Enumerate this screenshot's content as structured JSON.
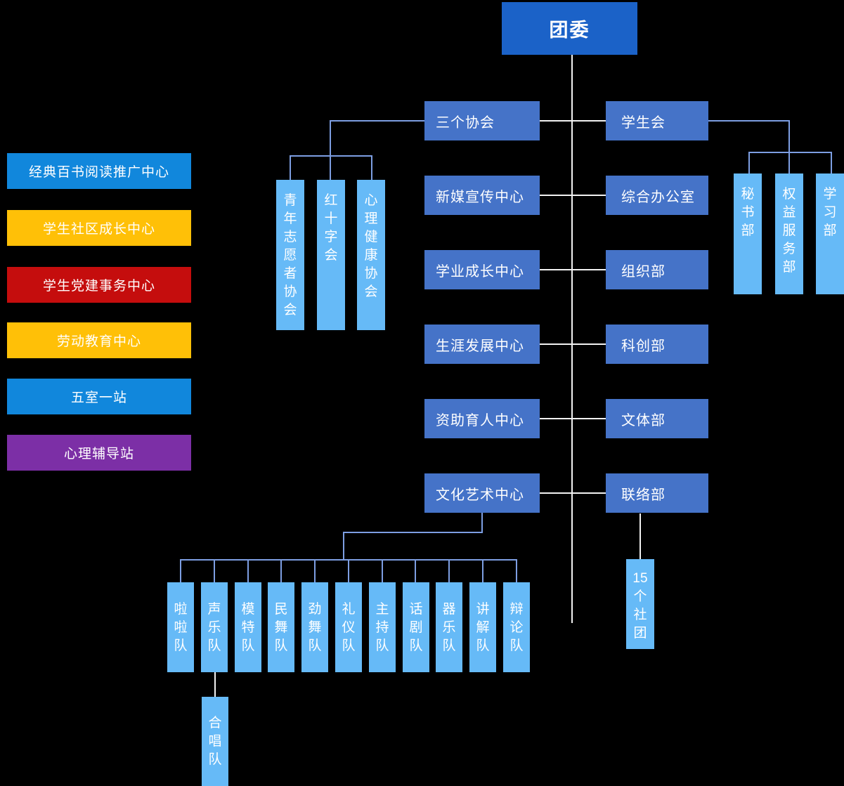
{
  "root": {
    "label": "团委"
  },
  "left_panel": {
    "items": [
      {
        "label": "经典百书阅读推广中心",
        "color": "#1187DC"
      },
      {
        "label": "学生社区成长中心",
        "color": "#FFC007"
      },
      {
        "label": "学生党建事务中心",
        "color": "#C50D0D"
      },
      {
        "label": "劳动教育中心",
        "color": "#FFC007"
      },
      {
        "label": "五室一站",
        "color": "#1187DC"
      },
      {
        "label": "心理辅导站",
        "color": "#7C2FA6"
      }
    ]
  },
  "rows": [
    {
      "center": "三个协会",
      "right": "学生会"
    },
    {
      "center": "新媒宣传中心",
      "right": "综合办公室"
    },
    {
      "center": "学业成长中心",
      "right": "组织部"
    },
    {
      "center": "生涯发展中心",
      "right": "科创部"
    },
    {
      "center": "资助育人中心",
      "right": "文体部"
    },
    {
      "center": "文化艺术中心",
      "right": "联络部"
    }
  ],
  "associations": {
    "parent": "三个协会",
    "items": [
      "青年志愿者协会",
      "红十字会",
      "心理健康协会"
    ]
  },
  "student_union": {
    "parent": "学生会",
    "departments": [
      "秘书部",
      "权益服务部",
      "学习部"
    ],
    "clubs_label": "15个社团"
  },
  "art_center": {
    "parent": "文化艺术中心",
    "teams": [
      "啦啦队",
      "声乐队",
      "模特队",
      "民舞队",
      "劲舞队",
      "礼仪队",
      "主持队",
      "话剧队",
      "器乐队",
      "讲解队",
      "辩论队"
    ],
    "choir_label": "合唱队"
  },
  "colors": {
    "background": "#000000",
    "root_node": "#1B62C8",
    "row_node": "#4573C8",
    "light_blue_node": "#66BAF7",
    "azure_node": "#1187DC",
    "yellow_node": "#FFC007",
    "red_node": "#C50D0D",
    "purple_node": "#7C2FA6",
    "connector_blue": "#7D9EE2",
    "connector_white": "#F2F2F2",
    "text": "#FFFFFF"
  }
}
